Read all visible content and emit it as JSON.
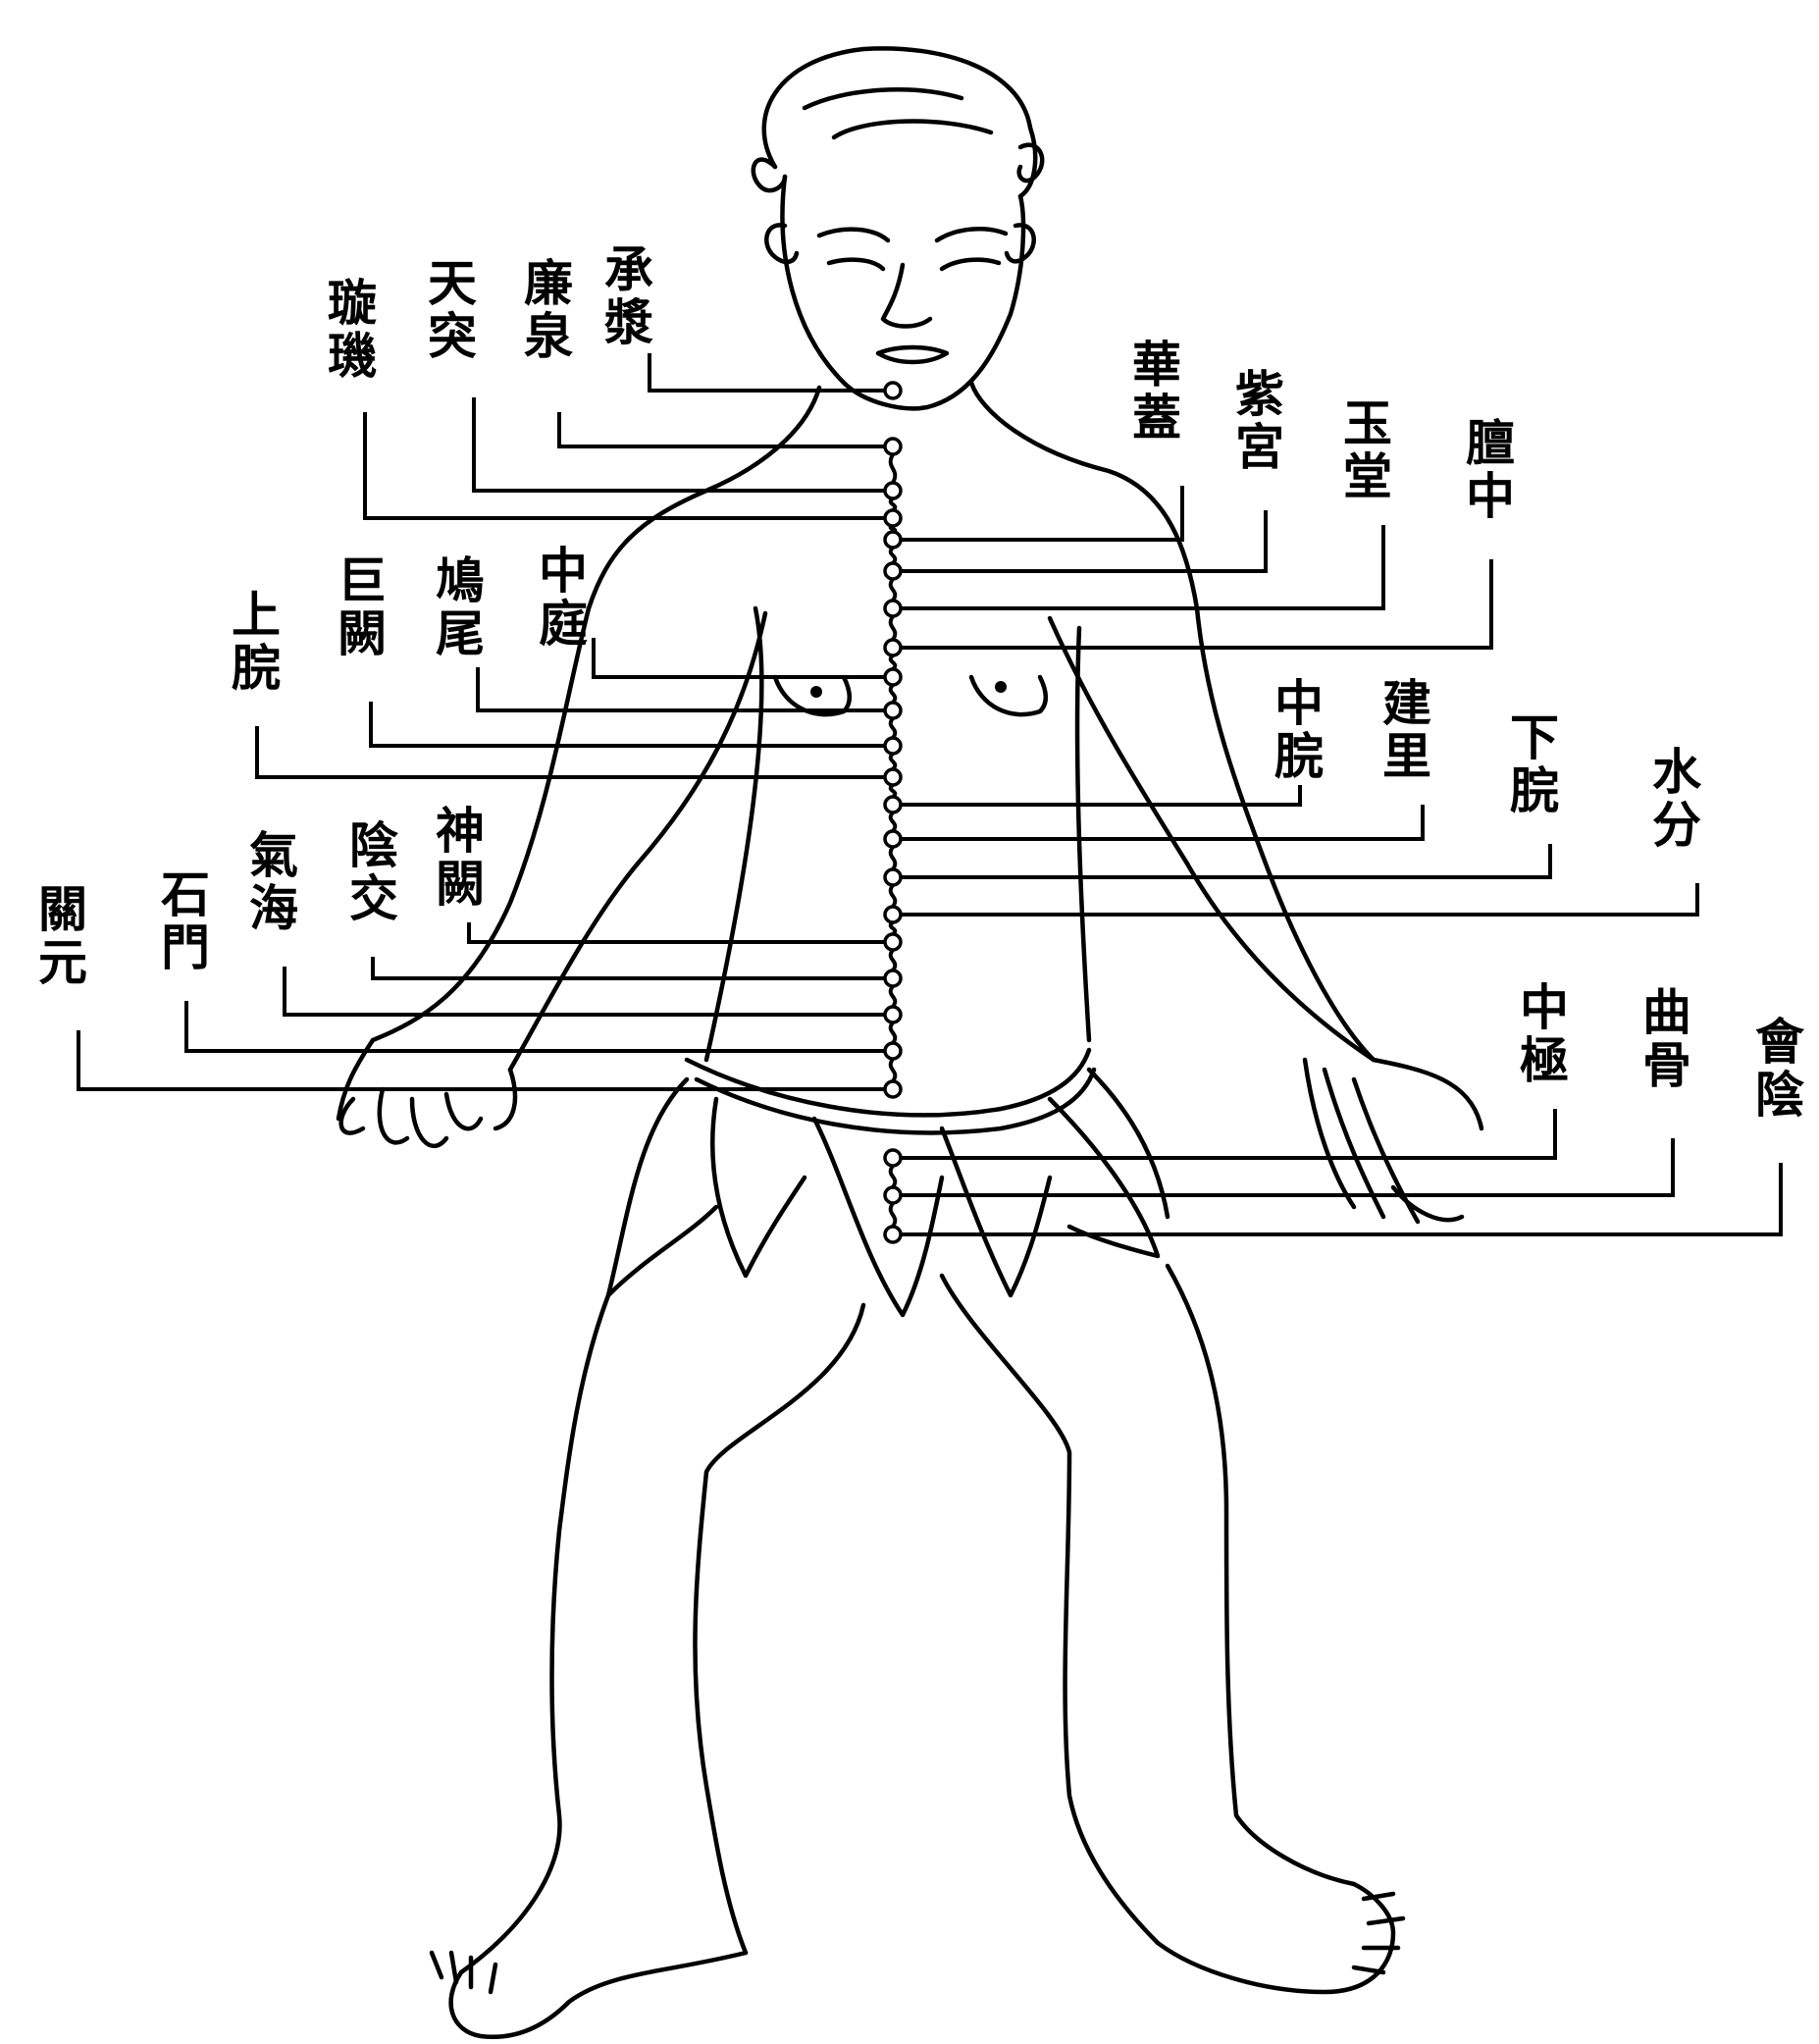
{
  "diagram": {
    "colors": {
      "ink": "#000000",
      "paper": "#ffffff"
    },
    "meridian": "ren-mai front conception vessel",
    "labels_left": [
      {
        "id": "chengjiang",
        "text": "承漿"
      },
      {
        "id": "lianquan",
        "text": "廉泉"
      },
      {
        "id": "tiantu",
        "text": "天突"
      },
      {
        "id": "xuanji",
        "text": "璇璣"
      },
      {
        "id": "zhongting",
        "text": "中庭"
      },
      {
        "id": "jiuwei",
        "text": "鳩尾"
      },
      {
        "id": "juque",
        "text": "巨闕"
      },
      {
        "id": "shangwan",
        "text": "上脘"
      },
      {
        "id": "shenque",
        "text": "神闕"
      },
      {
        "id": "yinjiao",
        "text": "陰交"
      },
      {
        "id": "qihai",
        "text": "氣海"
      },
      {
        "id": "shimen",
        "text": "石門"
      },
      {
        "id": "guanyuan",
        "text": "關元"
      }
    ],
    "labels_right": [
      {
        "id": "huagai",
        "text": "華蓋"
      },
      {
        "id": "zigong",
        "text": "紫宮"
      },
      {
        "id": "yutang",
        "text": "玉堂"
      },
      {
        "id": "tanzhong",
        "text": "膻中"
      },
      {
        "id": "zhongwan",
        "text": "中脘"
      },
      {
        "id": "jianli",
        "text": "建里"
      },
      {
        "id": "xiawan",
        "text": "下脘"
      },
      {
        "id": "shuifen",
        "text": "水分"
      },
      {
        "id": "zhongji",
        "text": "中極"
      },
      {
        "id": "qugu",
        "text": "曲骨"
      },
      {
        "id": "huiyin",
        "text": "會陰"
      }
    ]
  }
}
